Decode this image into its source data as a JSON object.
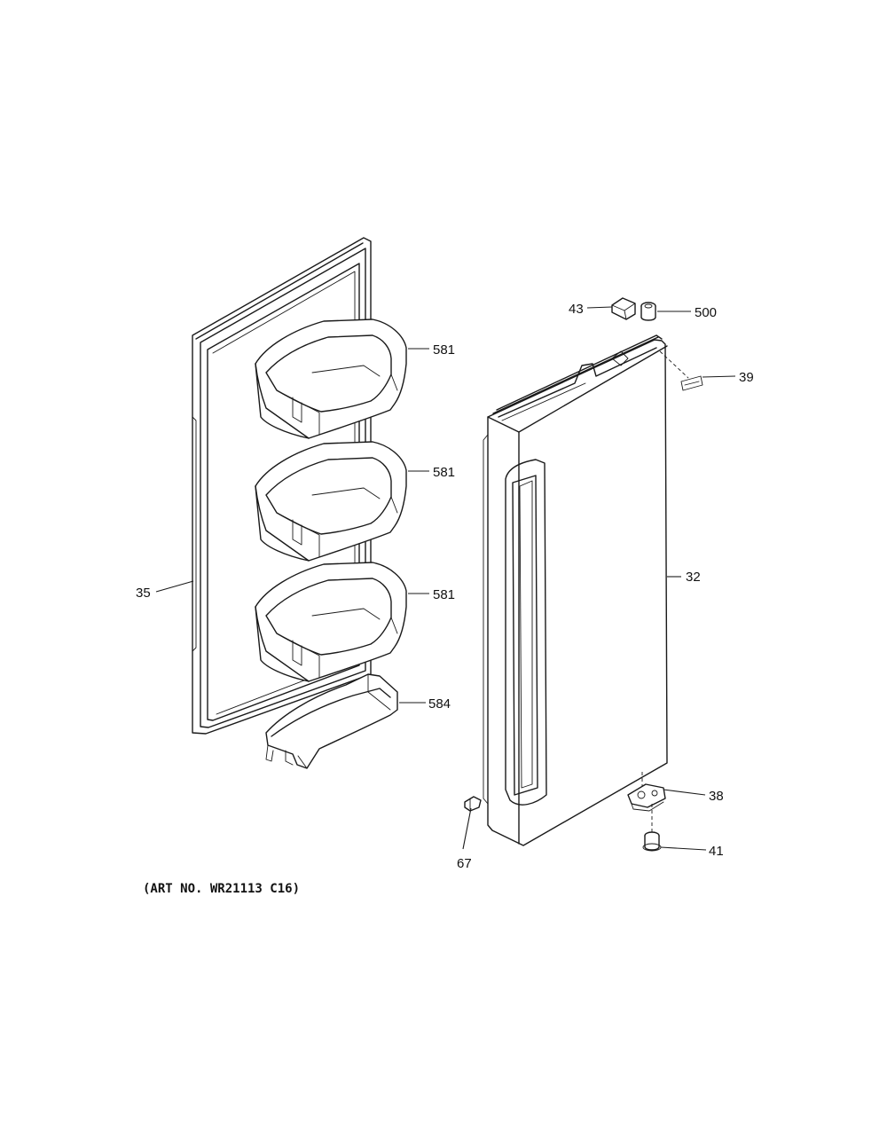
{
  "callouts": {
    "c581a": "581",
    "c581b": "581",
    "c581c": "581",
    "c584": "584",
    "c35": "35",
    "c43": "43",
    "c500": "500",
    "c39": "39",
    "c32": "32",
    "c38": "38",
    "c41": "41",
    "c67": "67"
  },
  "art_number": "(ART NO. WR21113 C16)",
  "colors": {
    "line": "#1a1a1a",
    "background": "#ffffff"
  }
}
